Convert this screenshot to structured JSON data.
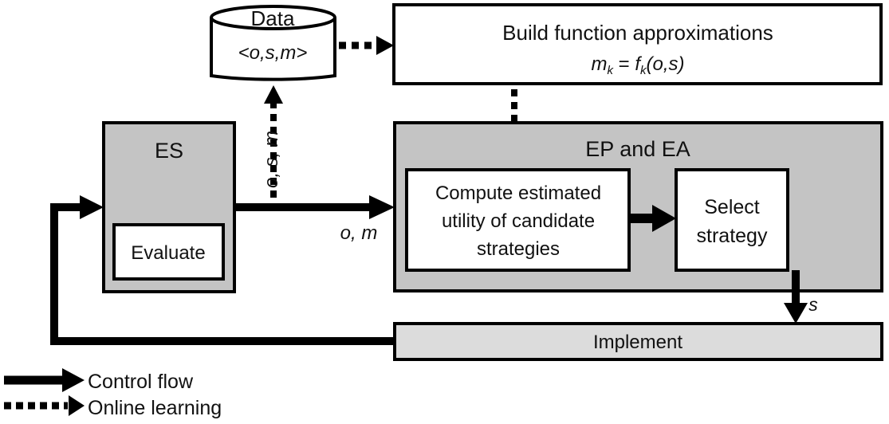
{
  "data_store": {
    "title": "Data",
    "contents": "<o,s,m>"
  },
  "build_box": {
    "title": "Build function approximations",
    "formula_lhs": "m",
    "formula_lhs_sub": "k",
    "formula_eq": " = ",
    "formula_fn": "f",
    "formula_fn_sub": "k",
    "formula_args": "(o,s)"
  },
  "es_box": {
    "title": "ES",
    "inner": "Evaluate"
  },
  "ep_box": {
    "title": "EP and EA"
  },
  "compute_box": {
    "lines": [
      "Compute estimated",
      "utility of candidate",
      "strategies"
    ]
  },
  "select_box": {
    "lines": [
      "Select",
      "strategy"
    ]
  },
  "implement_box": {
    "title": "Implement"
  },
  "edge_labels": {
    "es_to_data": "o, s, m",
    "es_to_ep": "o, m",
    "select_to_impl": "s"
  },
  "legend": {
    "control": "Control flow",
    "online": "Online learning"
  },
  "colors": {
    "dark_box": "#c4c4c4",
    "light_box": "#dcdcdc",
    "stroke": "#000000"
  }
}
